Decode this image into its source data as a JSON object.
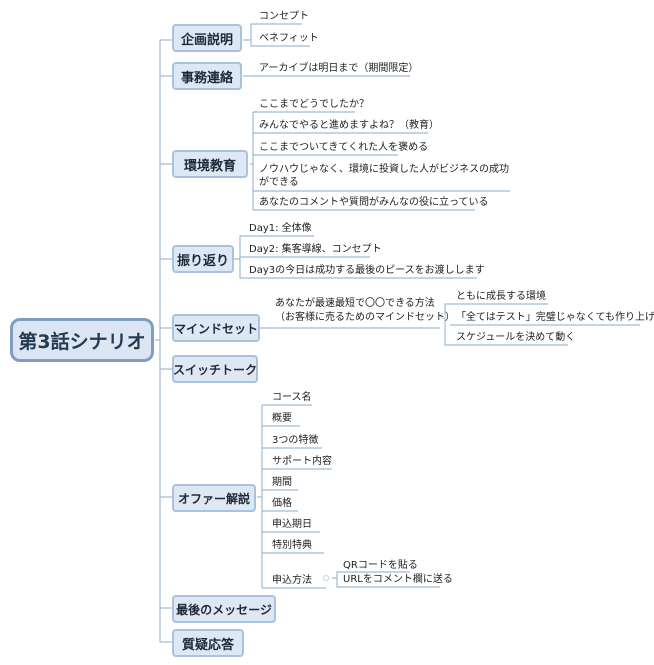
{
  "central": "第3話シナリオ",
  "topics": {
    "t1": "企画説明",
    "t2": "事務連絡",
    "t3": "環境教育",
    "t4": "振り返り",
    "t5": "マインドセット",
    "t6": "スイッチトーク",
    "t7": "オファー解説",
    "t8": "最後のメッセージ",
    "t9": "質疑応答"
  },
  "leaves": {
    "t1": [
      "コンセプト",
      "ベネフィット"
    ],
    "t2": [
      "アーカイブは明日まで（期間限定）"
    ],
    "t3": [
      "ここまでどうでしたか？",
      "みんなでやると進めますよね？（教育）",
      "ここまでついてきてくれた人を褒める",
      "ノウハウじゃなく、環境に投資した人がビジネスの成功ができる",
      "あなたのコメントや質問がみんなの役に立っている"
    ],
    "t4": [
      "Day1: 全体像",
      "Day2: 集客導線、コンセプト",
      "Day3の今日は成功する最後のピースをお渡しします"
    ],
    "t5_main": [
      "あなたが最速最短で〇〇できる方法",
      "（お客様に売るためのマインドセット）"
    ],
    "t5_sub": [
      "ともに成長する環境",
      "「全てはテスト」完璧じゃなくても作り上げる",
      "スケジュールを決めて動く"
    ],
    "t7": [
      "コース名",
      "概要",
      "3つの特徴",
      "サポート内容",
      "期間",
      "価格",
      "申込期日",
      "特別特典",
      "申込方法"
    ],
    "t7_sub": [
      "QRコードを貼る",
      "URLをコメント欄に送る"
    ]
  },
  "colors": {
    "line": "#9fbbd6",
    "topic_fill": "#dde8f4",
    "topic_border": "#aac2dc",
    "central_border": "#7f9fc0"
  }
}
